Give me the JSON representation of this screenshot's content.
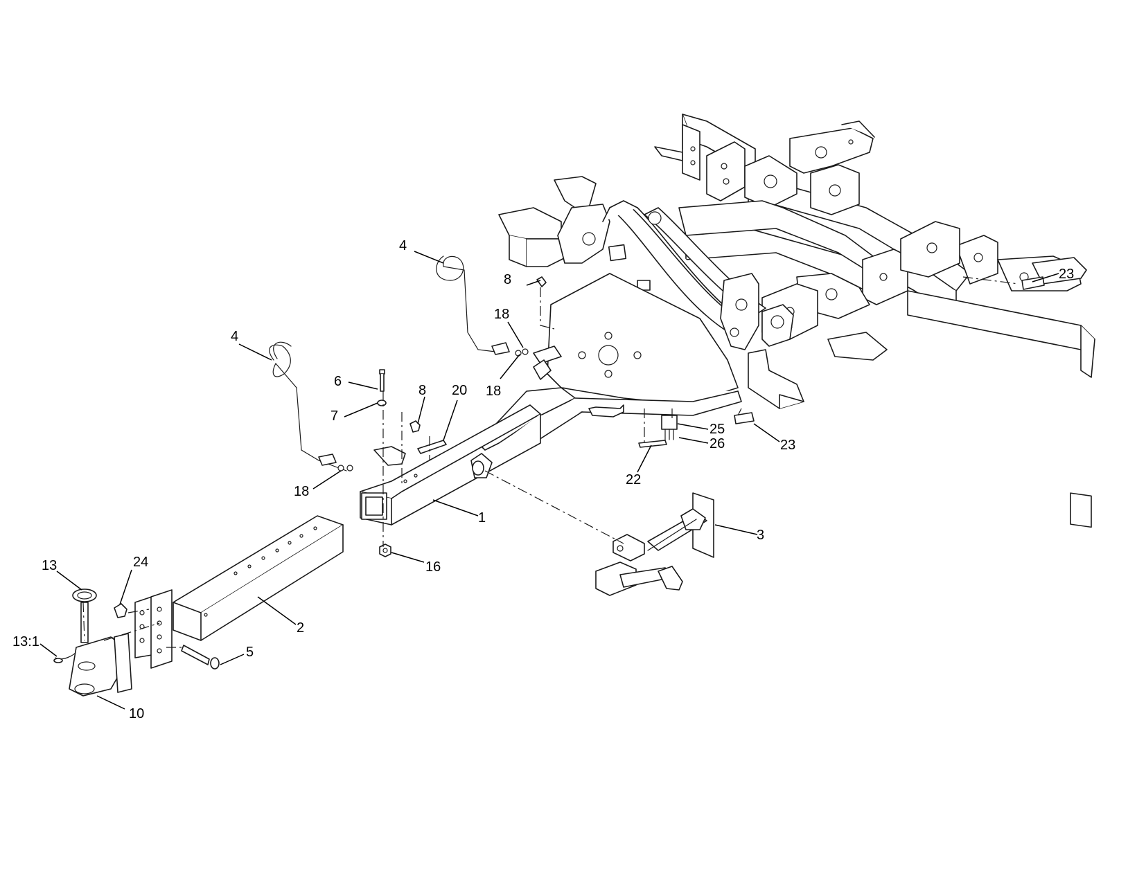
{
  "callouts": [
    {
      "id": "c1",
      "label": "1"
    },
    {
      "id": "c2",
      "label": "2"
    },
    {
      "id": "c3",
      "label": "3"
    },
    {
      "id": "c4a",
      "label": "4"
    },
    {
      "id": "c4b",
      "label": "4"
    },
    {
      "id": "c5",
      "label": "5"
    },
    {
      "id": "c6",
      "label": "6"
    },
    {
      "id": "c7",
      "label": "7"
    },
    {
      "id": "c8a",
      "label": "8"
    },
    {
      "id": "c8b",
      "label": "8"
    },
    {
      "id": "c10",
      "label": "10"
    },
    {
      "id": "c13",
      "label": "13"
    },
    {
      "id": "c13_1",
      "label": "13:1"
    },
    {
      "id": "c16",
      "label": "16"
    },
    {
      "id": "c18a",
      "label": "18"
    },
    {
      "id": "c18b",
      "label": "18"
    },
    {
      "id": "c18c",
      "label": "18"
    },
    {
      "id": "c20",
      "label": "20"
    },
    {
      "id": "c22",
      "label": "22"
    },
    {
      "id": "c23a",
      "label": "23"
    },
    {
      "id": "c23b",
      "label": "23"
    },
    {
      "id": "c24",
      "label": "24"
    },
    {
      "id": "c25",
      "label": "25"
    },
    {
      "id": "c26",
      "label": "26"
    }
  ]
}
